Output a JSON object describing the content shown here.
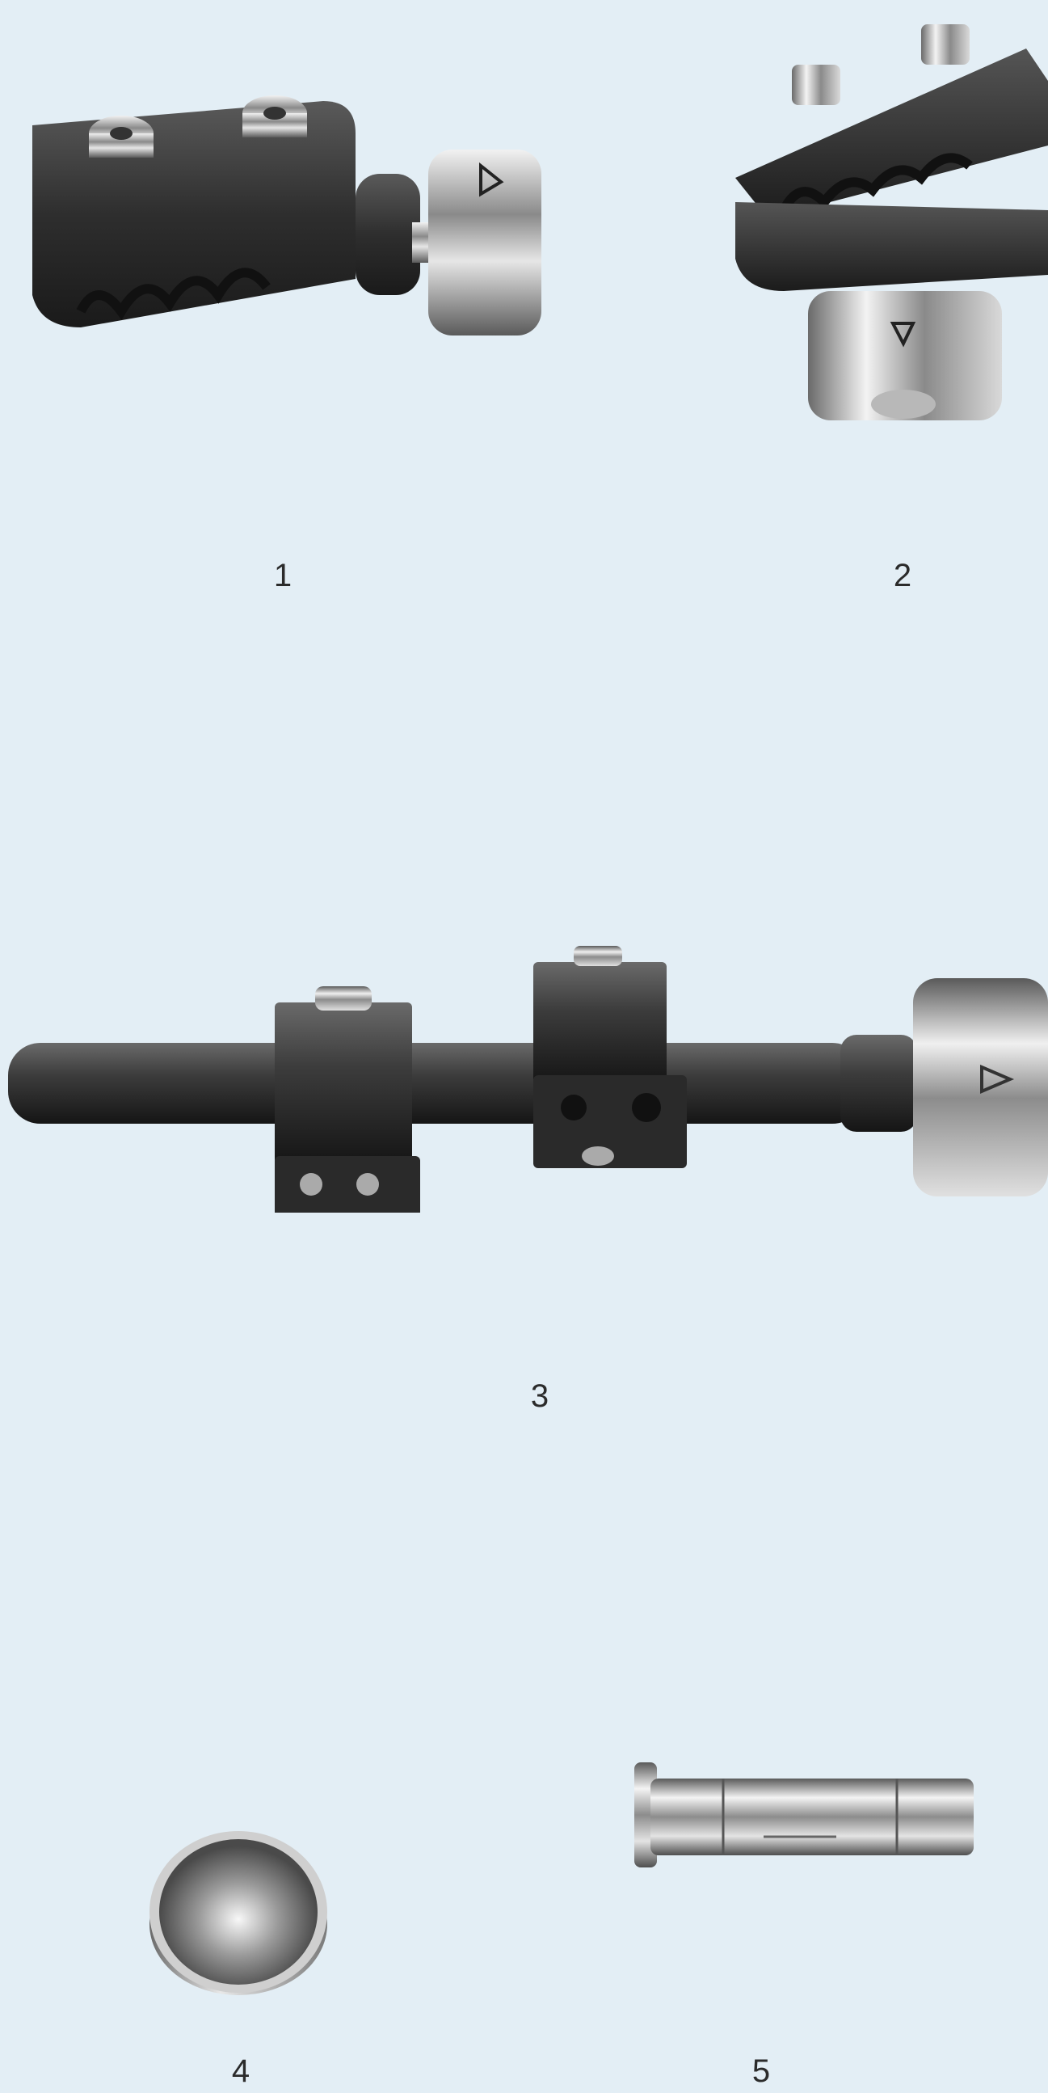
{
  "background_color": "#e3eef5",
  "accent_colors": {
    "dark_part": "#3a3a3a",
    "chrome": "#c8c8c8"
  },
  "figures": [
    {
      "label": "1",
      "name": "clamp-with-swivel-head"
    },
    {
      "label": "2",
      "name": "open-clamp-with-swivel-head"
    },
    {
      "label": "3",
      "name": "rod-with-clamps-and-swivel-head"
    },
    {
      "label": "4",
      "name": "ball-socket-cup"
    },
    {
      "label": "5",
      "name": "chrome-sleeve"
    }
  ]
}
